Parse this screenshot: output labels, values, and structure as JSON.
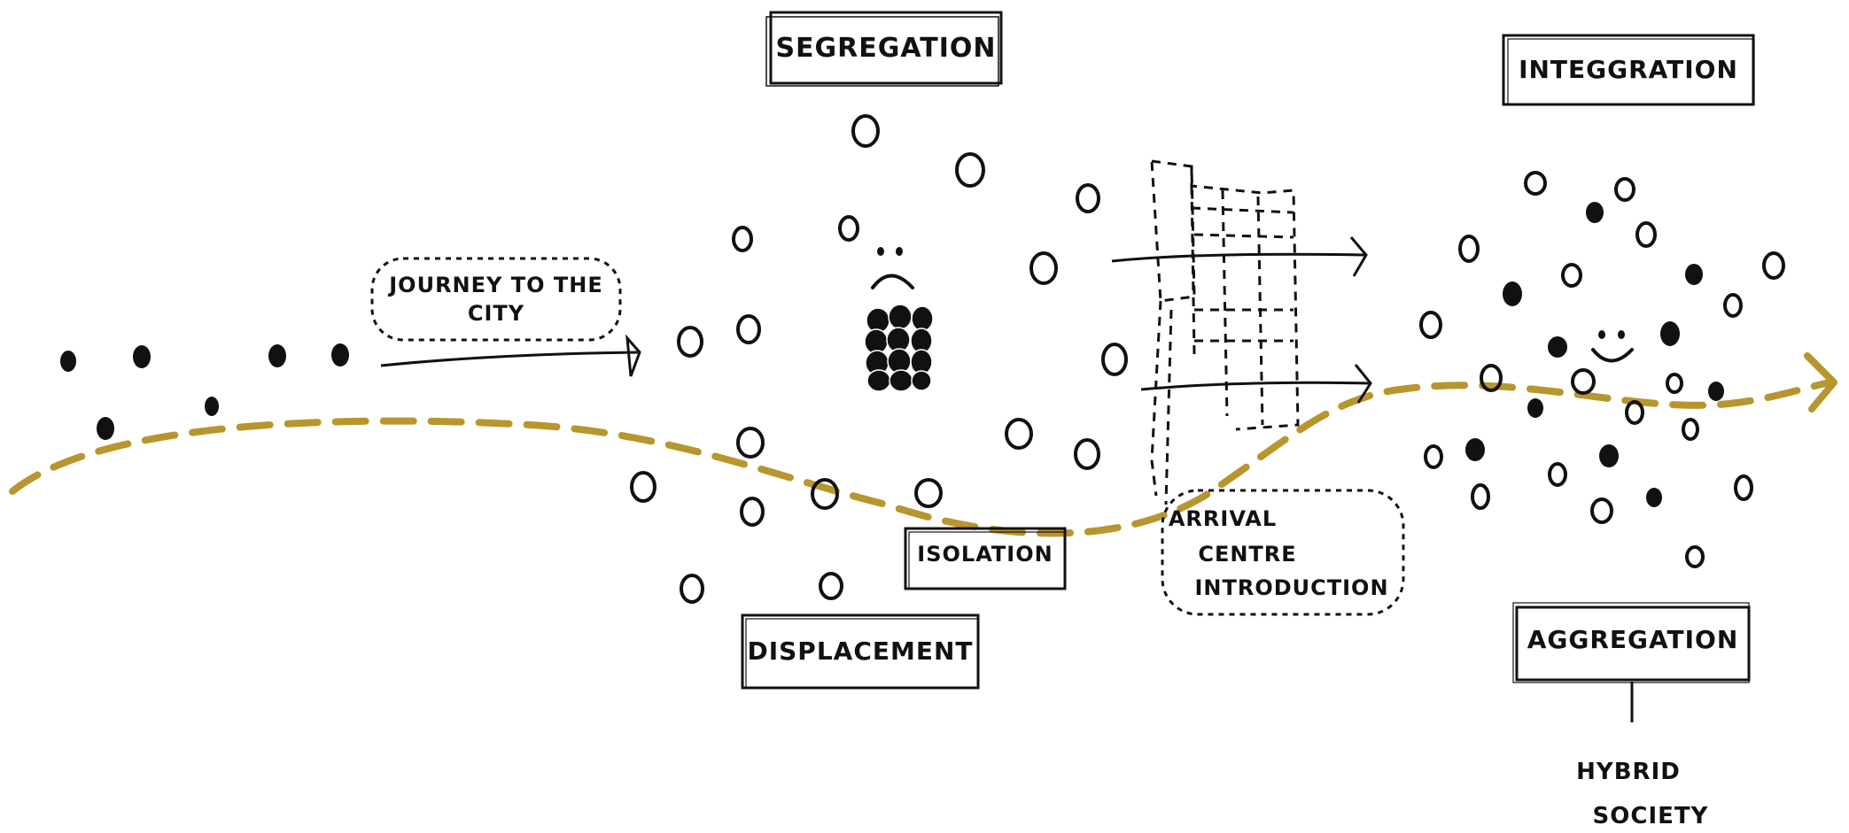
{
  "labels": {
    "segregation": "SEGREGATION",
    "integration": "INTEGGRATION",
    "journey_line1": "JOURNEY TO THE",
    "journey_line2": "CITY",
    "isolation": "ISOLATION",
    "displacement": "DISPLACEMENT",
    "arrival_line1": "ARRIVAL",
    "arrival_line2": "CENTRE",
    "arrival_line3": "INTRODUCTION",
    "aggregation": "AGGREGATION",
    "hybrid_line1": "HYBRID",
    "hybrid_line2": "SOCIETY"
  },
  "colors": {
    "ink": "#111111",
    "path": "#b8962e",
    "background": "#ffffff"
  },
  "faces": {
    "segregation_face": "sad-face",
    "integration_face": "smiley-face"
  }
}
